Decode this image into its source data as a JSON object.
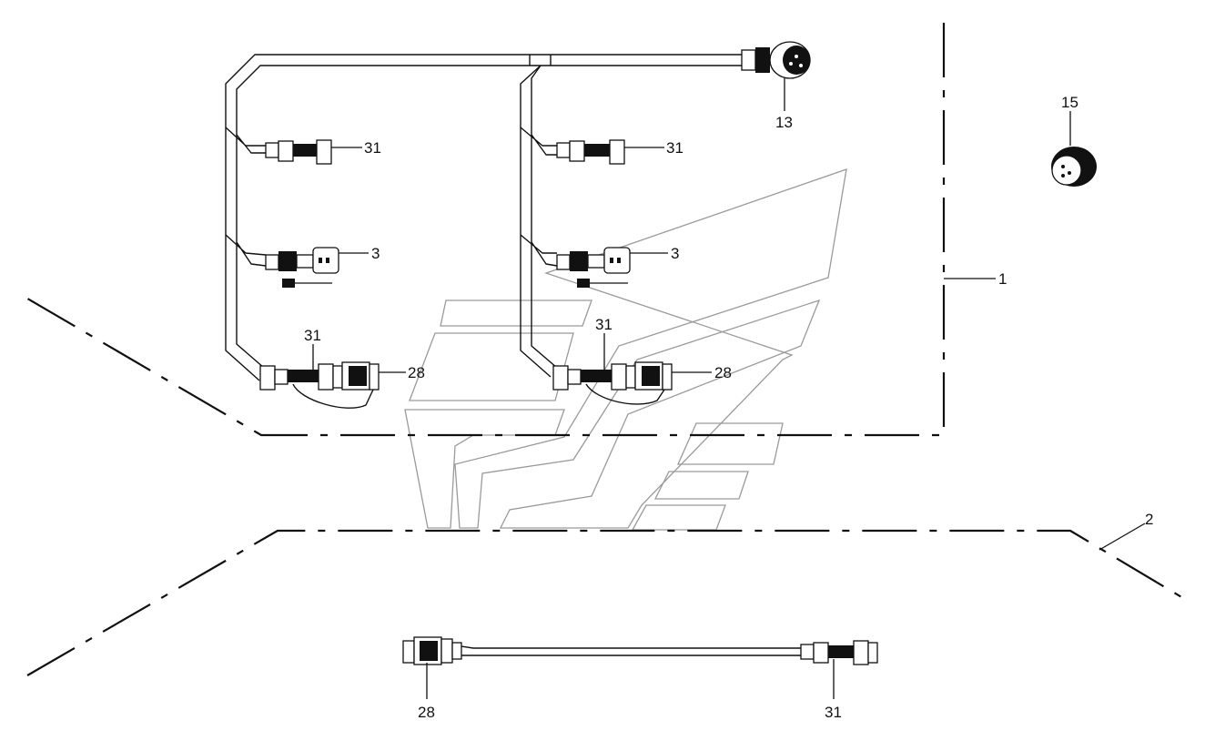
{
  "callouts": {
    "c13": "13",
    "c15": "15",
    "c31_a": "31",
    "c31_b": "31",
    "c3_a": "3",
    "c3_b": "3",
    "c31_c": "31",
    "c31_d": "31",
    "c28_a": "28",
    "c28_b": "28",
    "c1": "1",
    "c2": "2",
    "c28_c": "28",
    "c31_e": "31"
  },
  "colors": {
    "line": "#111111",
    "watermark": "#9a9a9a",
    "background": "#ffffff"
  }
}
